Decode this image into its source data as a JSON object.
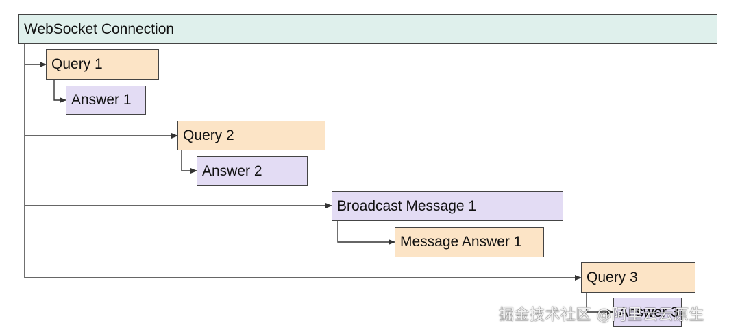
{
  "colors": {
    "connection": "#dff0ec",
    "query": "#fce4c6",
    "answer": "#e3dcf4",
    "line": "#333333"
  },
  "nodes": {
    "connection": "WebSocket Connection",
    "query1": "Query 1",
    "answer1": "Answer 1",
    "query2": "Query 2",
    "answer2": "Answer 2",
    "broadcast1": "Broadcast Message 1",
    "message_answer1": "Message Answer 1",
    "query3": "Query 3",
    "answer3": "Answer 3"
  },
  "watermark": "掘金技术社区 @阿里云云原生"
}
